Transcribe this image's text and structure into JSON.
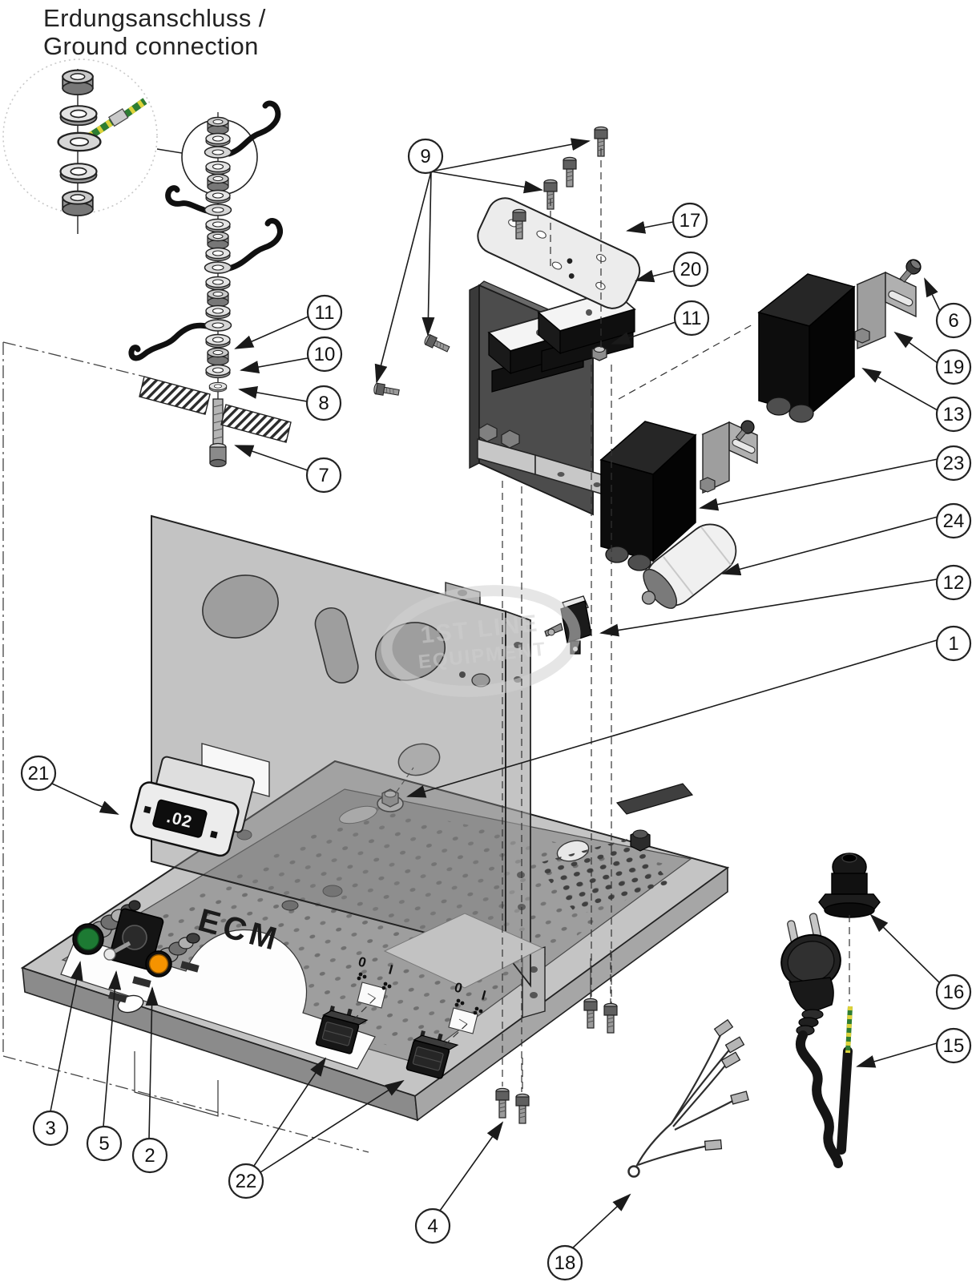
{
  "title": {
    "line1": "Erdungsanschluss /",
    "line2": "Ground connection"
  },
  "watermark": {
    "line1": "1ST LINE",
    "line2": "EQUIPMENT"
  },
  "branding": {
    "logo": "ECM"
  },
  "counter": {
    "display": ".02"
  },
  "switch_markings": {
    "off": "0",
    "on": "I"
  },
  "callouts": {
    "p1": "1",
    "p2": "2",
    "p3": "3",
    "p4": "4",
    "p5": "5",
    "p6": "6",
    "p7": "7",
    "p8": "8",
    "p9": "9",
    "p10": "10",
    "p11": "11",
    "p12": "12",
    "p13": "13",
    "p15": "15",
    "p16": "16",
    "p17": "17",
    "p18": "18",
    "p19": "19",
    "p20": "20",
    "p21": "21",
    "p22": "22",
    "p23": "23",
    "p24": "24"
  },
  "colors": {
    "ground_wire_green": "#2e7d32",
    "ground_wire_yellow": "#ddd23a",
    "button_green": "#1d7a33",
    "button_orange": "#f59300",
    "line": "#1a1a1a"
  }
}
